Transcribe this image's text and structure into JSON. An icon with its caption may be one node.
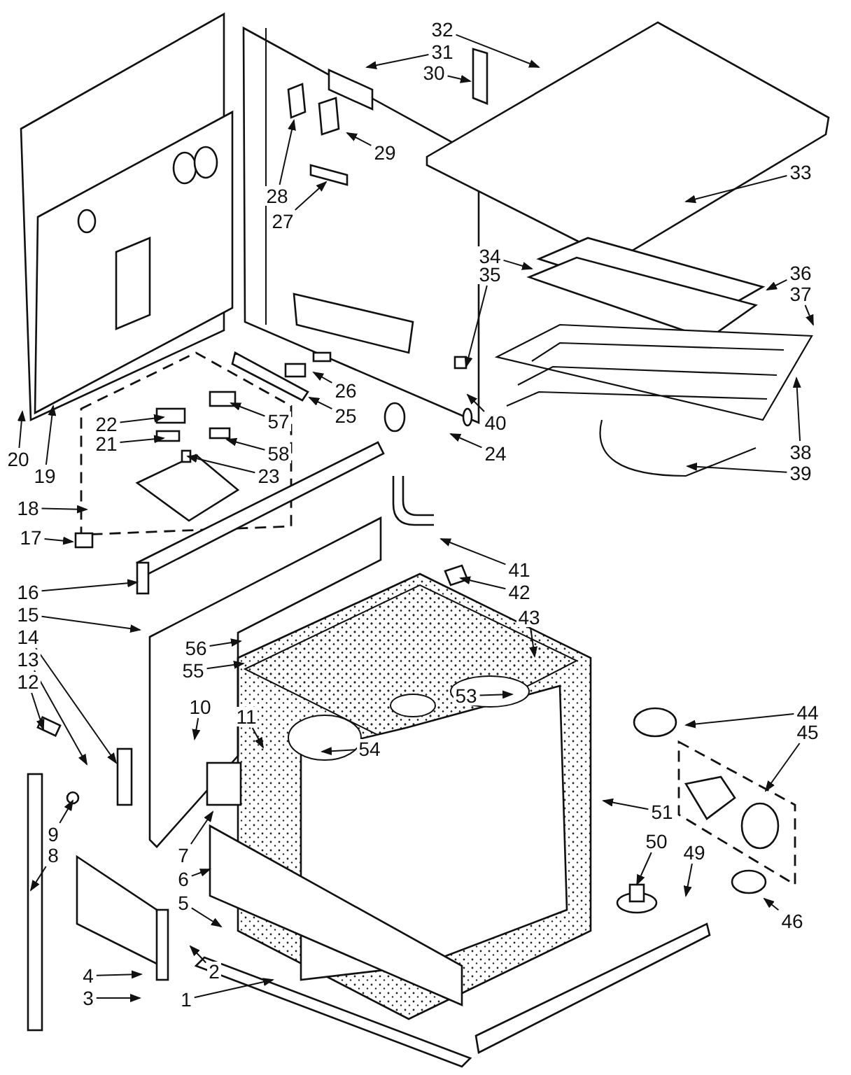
{
  "diagram": {
    "nodes": [
      {
        "text": [
          "1"
        ]
      },
      {
        "text": [
          "2"
        ]
      },
      {
        "text": [
          "3"
        ]
      },
      {
        "text": [
          "4"
        ]
      },
      {
        "text": [
          "5"
        ]
      },
      {
        "text": [
          "6"
        ]
      },
      {
        "text": [
          "7"
        ]
      },
      {
        "text": [
          "8"
        ]
      },
      {
        "text": [
          "9"
        ]
      },
      {
        "text": [
          "10"
        ]
      },
      {
        "text": [
          "11"
        ]
      },
      {
        "text": [
          "12"
        ]
      },
      {
        "text": [
          "13"
        ]
      },
      {
        "text": [
          "14"
        ]
      },
      {
        "text": [
          "15"
        ]
      },
      {
        "text": [
          "16"
        ]
      },
      {
        "text": [
          "17"
        ]
      },
      {
        "text": [
          "18"
        ]
      },
      {
        "text": [
          "19"
        ]
      },
      {
        "text": [
          "20"
        ]
      },
      {
        "text": [
          "21"
        ]
      },
      {
        "text": [
          "22"
        ]
      },
      {
        "text": [
          "23"
        ]
      },
      {
        "text": [
          "24"
        ]
      },
      {
        "text": [
          "25"
        ]
      },
      {
        "text": [
          "26"
        ]
      },
      {
        "text": [
          "27"
        ]
      },
      {
        "text": [
          "28"
        ]
      },
      {
        "text": [
          "29"
        ]
      },
      {
        "text": [
          "30"
        ]
      },
      {
        "text": [
          "31"
        ]
      },
      {
        "text": [
          "32"
        ]
      },
      {
        "text": [
          "33"
        ]
      },
      {
        "text": [
          "34"
        ]
      },
      {
        "text": [
          "35"
        ]
      },
      {
        "text": [
          "36"
        ]
      },
      {
        "text": [
          "37"
        ]
      },
      {
        "text": [
          "38"
        ]
      },
      {
        "text": [
          "39"
        ]
      },
      {
        "text": [
          "40"
        ]
      },
      {
        "text": [
          "41"
        ]
      },
      {
        "text": [
          "42"
        ]
      },
      {
        "text": [
          "43"
        ]
      },
      {
        "text": [
          "44"
        ]
      },
      {
        "text": [
          "45"
        ]
      },
      {
        "text": [
          "46"
        ]
      },
      {
        "text": [
          "49"
        ]
      },
      {
        "text": [
          "50"
        ]
      },
      {
        "text": [
          "51"
        ]
      },
      {
        "text": [
          "53"
        ]
      },
      {
        "text": [
          "54"
        ]
      },
      {
        "text": [
          "55"
        ]
      },
      {
        "text": [
          "56"
        ]
      },
      {
        "text": [
          "57"
        ]
      },
      {
        "text": [
          "58"
        ]
      }
    ],
    "edges": [
      {
        "from": 0,
        "to": null,
        "arrow": "to"
      },
      {
        "from": 1,
        "to": null,
        "arrow": "to"
      },
      {
        "from": 2,
        "to": null,
        "arrow": "to"
      },
      {
        "from": 3,
        "to": null,
        "arrow": "to"
      },
      {
        "from": 4,
        "to": null,
        "arrow": "to"
      },
      {
        "from": 5,
        "to": null,
        "arrow": "to"
      },
      {
        "from": 6,
        "to": null,
        "arrow": "to"
      },
      {
        "from": 7,
        "to": null,
        "arrow": "to"
      },
      {
        "from": 8,
        "to": null,
        "arrow": "to"
      },
      {
        "from": 9,
        "to": null,
        "arrow": "to"
      },
      {
        "from": 10,
        "to": null,
        "arrow": "to"
      },
      {
        "from": 11,
        "to": null,
        "arrow": "to"
      },
      {
        "from": 12,
        "to": null,
        "arrow": "to"
      },
      {
        "from": 13,
        "to": null,
        "arrow": "to"
      },
      {
        "from": 14,
        "to": null,
        "arrow": "to"
      },
      {
        "from": 15,
        "to": null,
        "arrow": "to"
      },
      {
        "from": 16,
        "to": null,
        "arrow": "to"
      },
      {
        "from": 17,
        "to": null,
        "arrow": "to"
      },
      {
        "from": 18,
        "to": null,
        "arrow": "to"
      },
      {
        "from": 19,
        "to": null,
        "arrow": "to"
      },
      {
        "from": 20,
        "to": null,
        "arrow": "to"
      },
      {
        "from": 21,
        "to": null,
        "arrow": "to"
      },
      {
        "from": 22,
        "to": null,
        "arrow": "to"
      },
      {
        "from": 23,
        "to": null,
        "arrow": "to"
      },
      {
        "from": 24,
        "to": null,
        "arrow": "to"
      },
      {
        "from": 25,
        "to": null,
        "arrow": "to"
      },
      {
        "from": 26,
        "to": null,
        "arrow": "to"
      },
      {
        "from": 27,
        "to": null,
        "arrow": "to"
      },
      {
        "from": 28,
        "to": null,
        "arrow": "to"
      },
      {
        "from": 29,
        "to": null,
        "arrow": "to"
      },
      {
        "from": 30,
        "to": null,
        "arrow": "to"
      },
      {
        "from": 31,
        "to": null,
        "arrow": "to"
      },
      {
        "from": 32,
        "to": null,
        "arrow": "to"
      },
      {
        "from": 33,
        "to": null,
        "arrow": "to"
      },
      {
        "from": 34,
        "to": null,
        "arrow": "to"
      },
      {
        "from": 35,
        "to": null,
        "arrow": "to"
      },
      {
        "from": 36,
        "to": null,
        "arrow": "to"
      },
      {
        "from": 37,
        "to": null,
        "arrow": "to"
      },
      {
        "from": 38,
        "to": null,
        "arrow": "to"
      },
      {
        "from": 39,
        "to": null,
        "arrow": "to"
      },
      {
        "from": 40,
        "to": null,
        "arrow": "to"
      },
      {
        "from": 41,
        "to": null,
        "arrow": "to"
      },
      {
        "from": 42,
        "to": null,
        "arrow": "to"
      },
      {
        "from": 43,
        "to": null,
        "arrow": "to"
      },
      {
        "from": 44,
        "to": null,
        "arrow": "to"
      },
      {
        "from": 45,
        "to": null,
        "arrow": "to"
      },
      {
        "from": 46,
        "to": null,
        "arrow": "to"
      },
      {
        "from": 47,
        "to": null,
        "arrow": "to"
      },
      {
        "from": 48,
        "to": null,
        "arrow": "to"
      },
      {
        "from": 49,
        "to": null,
        "arrow": "to"
      },
      {
        "from": 50,
        "to": null,
        "arrow": "to"
      },
      {
        "from": 51,
        "to": null,
        "arrow": "to"
      },
      {
        "from": 52,
        "to": null,
        "arrow": "to"
      },
      {
        "from": 53,
        "to": null,
        "arrow": "to"
      },
      {
        "from": 54,
        "to": null,
        "arrow": "to"
      }
    ]
  }
}
